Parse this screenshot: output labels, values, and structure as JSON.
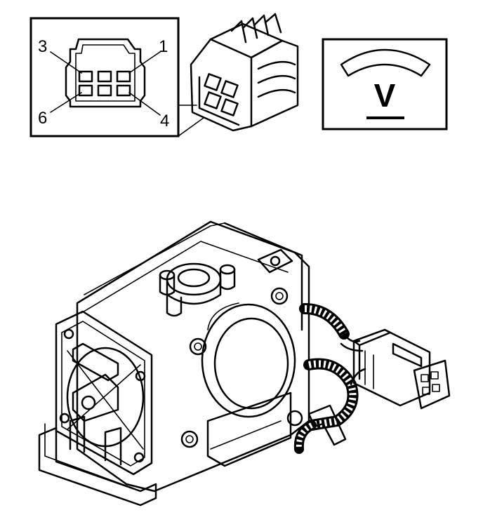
{
  "connector_detail": {
    "pin_labels": {
      "top_left": "3",
      "top_right": "1",
      "bottom_left": "6",
      "bottom_right": "4"
    }
  },
  "meter_symbol": {
    "letter": "V"
  }
}
